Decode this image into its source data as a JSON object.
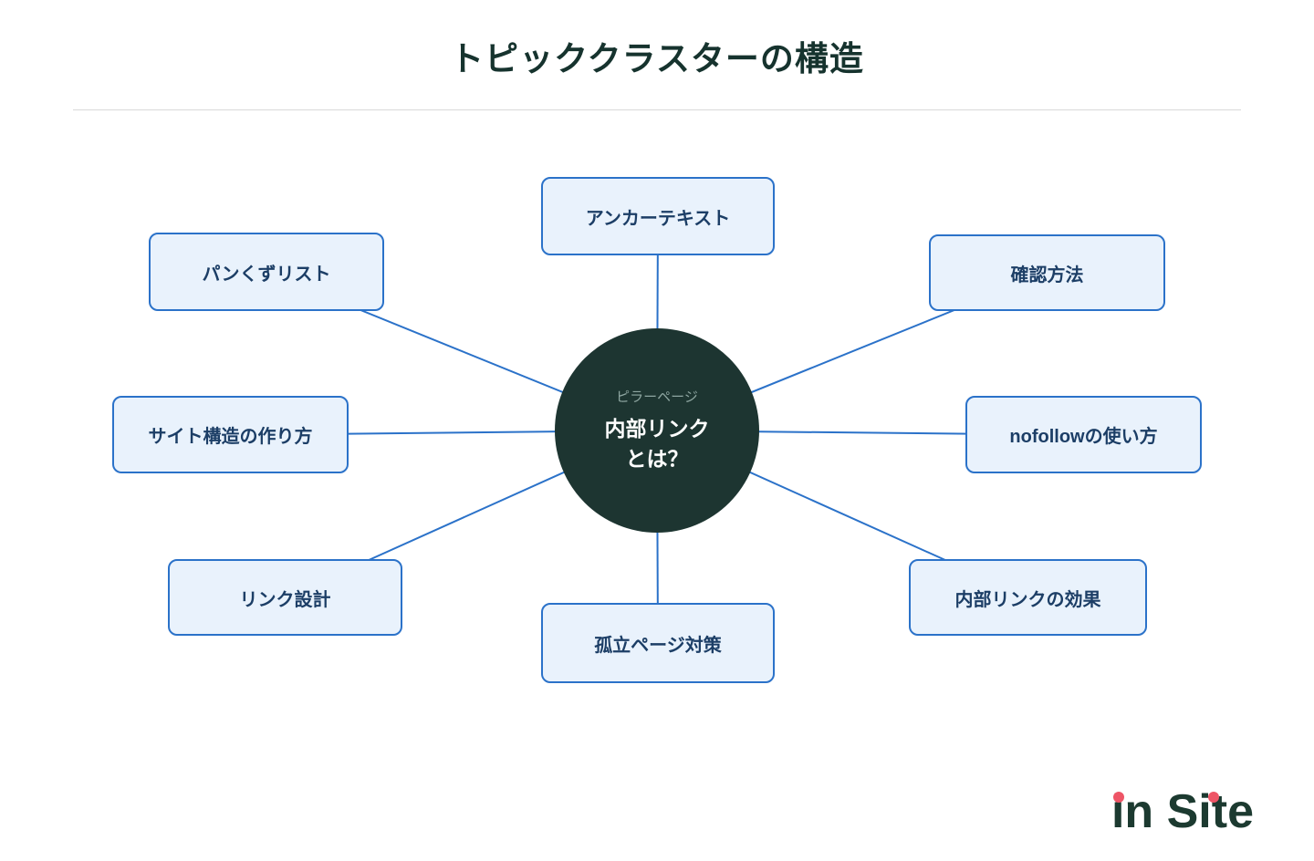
{
  "title": "トピッククラスターの構造",
  "center": {
    "tag": "ピラーページ",
    "line1": "内部リンク",
    "line2": "とは？"
  },
  "nodes": [
    {
      "label": "アンカーテキスト",
      "position": "top"
    },
    {
      "label": "パンくずリスト",
      "position": "upper-left"
    },
    {
      "label": "確認方法",
      "position": "upper-right"
    },
    {
      "label": "サイト構造の作り方",
      "position": "left"
    },
    {
      "label": "nofollowの使い方",
      "position": "right"
    },
    {
      "label": "リンク設計",
      "position": "lower-left"
    },
    {
      "label": "内部リンクの効果",
      "position": "lower-right"
    },
    {
      "label": "孤立ページ対策",
      "position": "bottom"
    }
  ],
  "logo": {
    "text": "in Site"
  },
  "colors": {
    "accent_blue": "#2b72c9",
    "node_fill": "#e9f2fc",
    "node_text": "#1c3e66",
    "center_bg": "#1d3531",
    "center_tag_text": "#8ea6a1",
    "title_text": "#16332e",
    "logo_green": "#1c3a30",
    "logo_dot_red": "#ee5566"
  }
}
